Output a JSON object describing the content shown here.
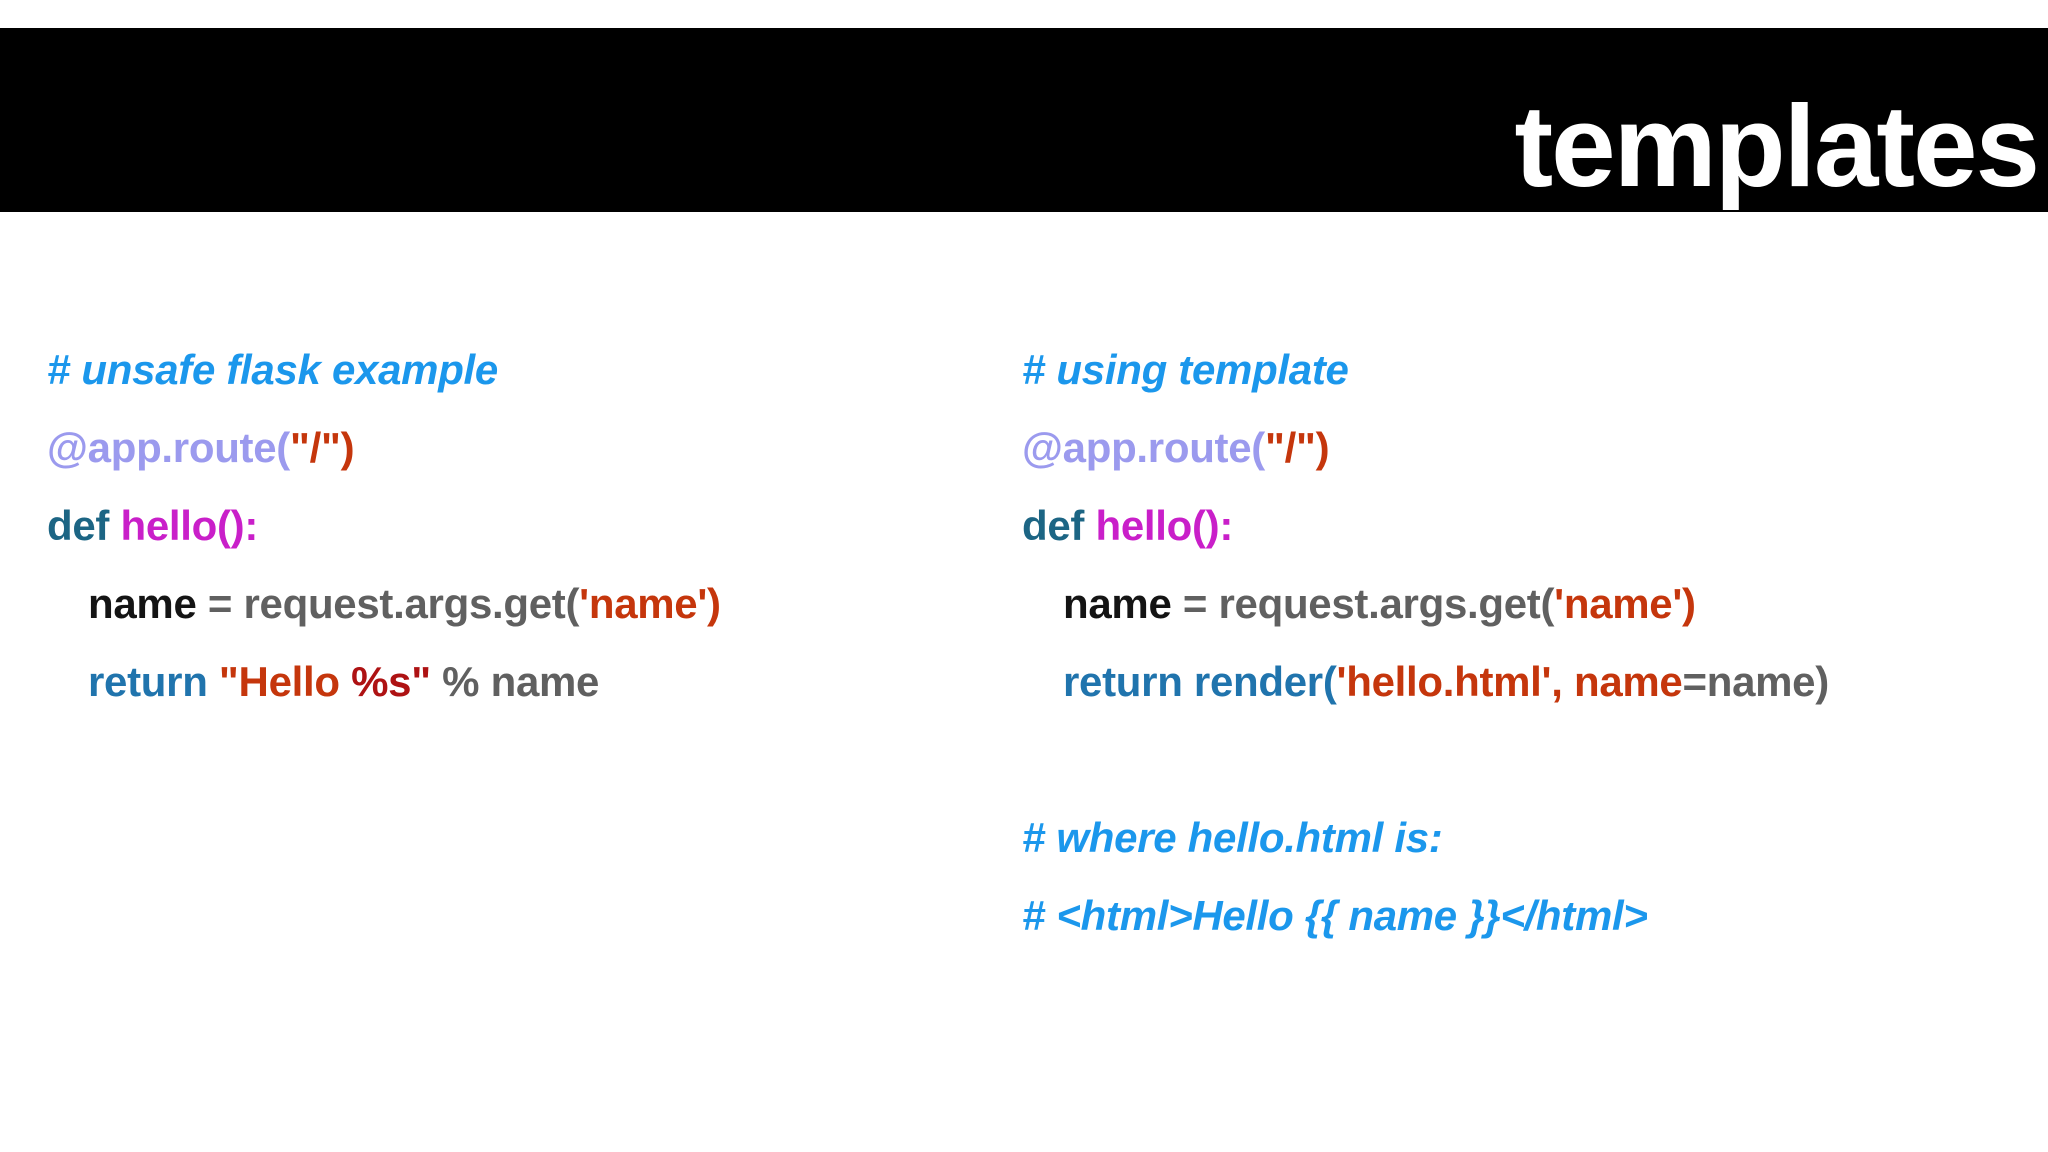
{
  "title": "templates",
  "palette": {
    "title_bg": "#000000",
    "title_fg": "#ffffff",
    "comment": "#1b97ec",
    "decorator": "#9b9aee",
    "string": "#c5360c",
    "string_dark": "#ae1213",
    "keyword_def": "#1c6584",
    "keyword_return": "#2074ad",
    "function": "#c91fc9",
    "variable": "#141414",
    "plain": "#606060"
  },
  "code_left": {
    "lines": [
      {
        "indent": 0,
        "segments": [
          {
            "text": "# unsafe flask example",
            "style": "comment"
          }
        ]
      },
      {
        "indent": 0,
        "segments": [
          {
            "text": "@app.route(",
            "style": "decorator"
          },
          {
            "text": "\"/\")",
            "style": "string"
          }
        ]
      },
      {
        "indent": 0,
        "segments": [
          {
            "text": "def ",
            "style": "keyword-def"
          },
          {
            "text": "hello():",
            "style": "function"
          }
        ]
      },
      {
        "indent": 1,
        "segments": [
          {
            "text": "name",
            "style": "variable"
          },
          {
            "text": " = request.args.get(",
            "style": "plain"
          },
          {
            "text": "'name')",
            "style": "string"
          }
        ]
      },
      {
        "indent": 1,
        "segments": [
          {
            "text": "return ",
            "style": "keyword-return"
          },
          {
            "text": "\"Hello ",
            "style": "string"
          },
          {
            "text": "%s\"",
            "style": "string-dark"
          },
          {
            "text": " % name",
            "style": "plain"
          }
        ]
      }
    ]
  },
  "code_right": {
    "lines": [
      {
        "indent": 0,
        "segments": [
          {
            "text": "# using template",
            "style": "comment"
          }
        ]
      },
      {
        "indent": 0,
        "segments": [
          {
            "text": "@app.route(",
            "style": "decorator"
          },
          {
            "text": "\"/\")",
            "style": "string"
          }
        ]
      },
      {
        "indent": 0,
        "segments": [
          {
            "text": "def ",
            "style": "keyword-def"
          },
          {
            "text": "hello():",
            "style": "function"
          }
        ]
      },
      {
        "indent": 1,
        "segments": [
          {
            "text": "name",
            "style": "variable"
          },
          {
            "text": " = request.args.get(",
            "style": "plain"
          },
          {
            "text": "'name')",
            "style": "string"
          }
        ]
      },
      {
        "indent": 1,
        "segments": [
          {
            "text": "return render(",
            "style": "keyword-return"
          },
          {
            "text": "'hello.html', name",
            "style": "string"
          },
          {
            "text": "=name)",
            "style": "plain"
          }
        ]
      },
      {
        "indent": 0,
        "segments": []
      },
      {
        "indent": 0,
        "segments": [
          {
            "text": "# where hello.html is:",
            "style": "comment"
          }
        ]
      },
      {
        "indent": 0,
        "segments": [
          {
            "text": "# <html>Hello {{ name }}</html>",
            "style": "comment"
          }
        ]
      }
    ]
  }
}
